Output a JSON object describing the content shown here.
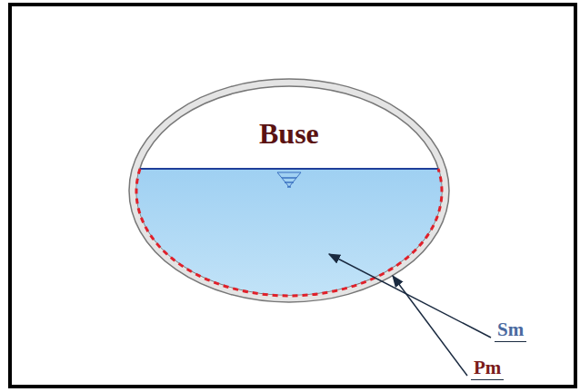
{
  "diagram": {
    "labels": [
      "Buse",
      "Sm",
      "Pm"
    ]
  }
}
